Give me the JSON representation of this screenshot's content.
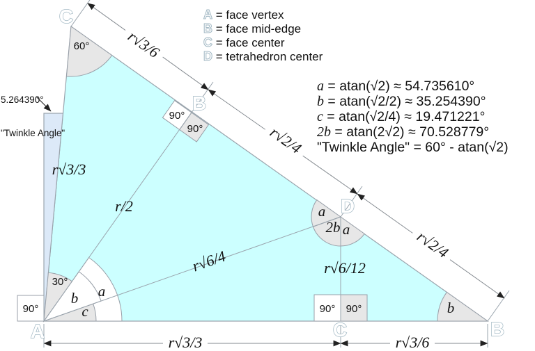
{
  "legend": {
    "items": [
      {
        "letter": "A",
        "text": " = face vertex"
      },
      {
        "letter": "B",
        "text": " = face mid-edge"
      },
      {
        "letter": "C",
        "text": " = face center"
      },
      {
        "letter": "D",
        "text": " = tetrahedron center"
      }
    ]
  },
  "formulas": {
    "lines": [
      {
        "var": "a",
        "rest": " = atan(√2) ≈ 54.735610°"
      },
      {
        "var": "b",
        "rest": " = atan(√2/2) ≈ 35.254390°"
      },
      {
        "var": "c",
        "rest": " = atan(√2/4) ≈ 19.471221°"
      },
      {
        "var": "2b",
        "rest": " = atan(2√2) ≈ 70.528779°"
      },
      {
        "var": "",
        "rest": "\"Twinkle Angle\" = 60° - atan(√2)"
      }
    ]
  },
  "twinkle": {
    "value": "5.264390°",
    "name": "\"Twinkle Angle\""
  },
  "vertices": {
    "A": "A",
    "B": "B",
    "C": "C",
    "D": "D"
  },
  "angles": {
    "deg60": "60°",
    "deg30": "30°",
    "deg90": "90°",
    "a": "a",
    "b": "b",
    "c": "c",
    "twob": "2b"
  },
  "edges": {
    "ac": "r√3/3",
    "ab_mid": "r/2",
    "ad": "r√6/4",
    "dc": "r√6/12"
  },
  "dims": {
    "top": "r√3/6",
    "mid_upper": "r√2/4",
    "mid_lower": "r√2/4",
    "bottom_left": "r√3/3",
    "bottom_right": "r√3/6"
  },
  "colors": {
    "face_fill": "#ccffff",
    "twinkle_fill": "#dce9f8",
    "sector_fill": "#e7e7e7",
    "line": "#9aa4ad",
    "vertex_letter": "#9fb6c2"
  }
}
